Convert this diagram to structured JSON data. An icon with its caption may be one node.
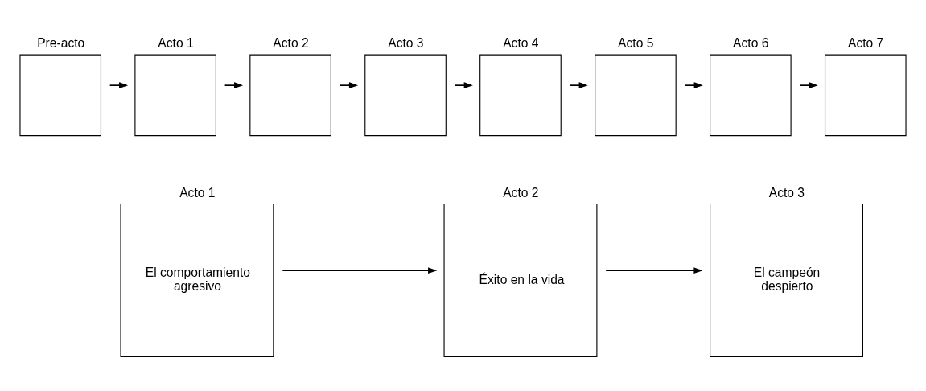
{
  "diagram": {
    "nodes": [
      {
        "text": [
          "Pre-acto"
        ]
      },
      {
        "text": [
          "Acto 1"
        ]
      },
      {
        "text": [
          "Acto 2"
        ]
      },
      {
        "text": [
          "Acto 3"
        ]
      },
      {
        "text": [
          "Acto 4"
        ]
      },
      {
        "text": [
          "Acto 5"
        ]
      },
      {
        "text": [
          "Acto 6"
        ]
      },
      {
        "text": [
          "Acto 7"
        ]
      },
      {
        "text": [
          "Acto 1",
          "El comportamiento agresivo"
        ]
      },
      {
        "text": [
          "Acto 2",
          "Éxito en la vida"
        ]
      },
      {
        "text": [
          "Acto 3",
          "El campeón despierto"
        ]
      }
    ],
    "edges": [
      {
        "from": 0,
        "to": 1,
        "arrow": "to"
      },
      {
        "from": 1,
        "to": 2,
        "arrow": "to"
      },
      {
        "from": 2,
        "to": 3,
        "arrow": "to"
      },
      {
        "from": 3,
        "to": 4,
        "arrow": "to"
      },
      {
        "from": 4,
        "to": 5,
        "arrow": "to"
      },
      {
        "from": 5,
        "to": 6,
        "arrow": "to"
      },
      {
        "from": 6,
        "to": 7,
        "arrow": "to"
      },
      {
        "from": 8,
        "to": 9,
        "arrow": "to"
      },
      {
        "from": 9,
        "to": 10,
        "arrow": "to"
      }
    ]
  }
}
